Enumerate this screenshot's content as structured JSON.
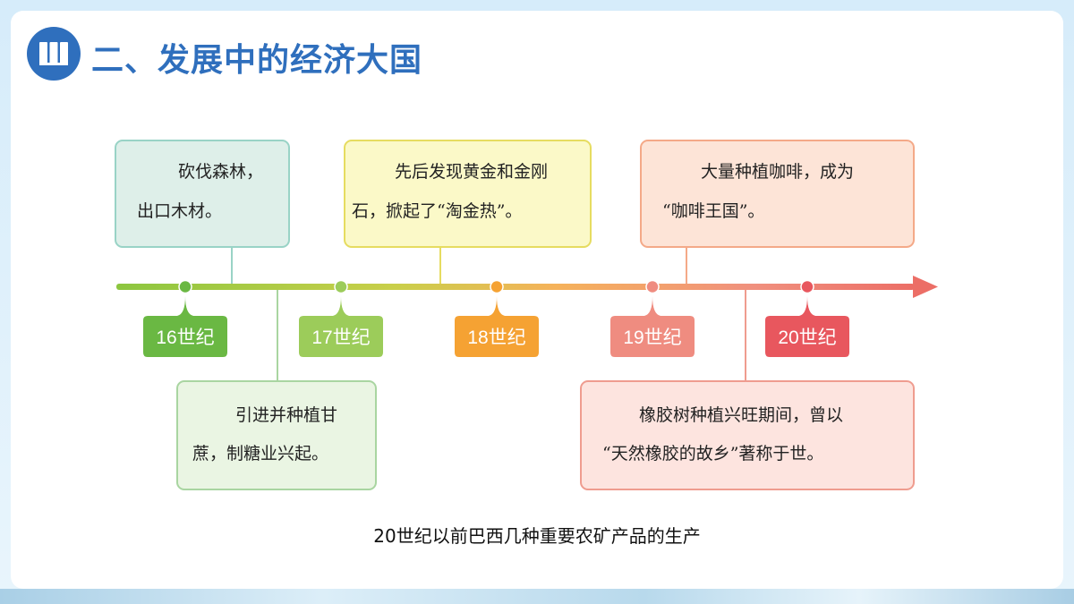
{
  "title": "二、发展中的经济大国",
  "icon": "book-icon",
  "caption": "20世纪以前巴西几种重要农矿产品的生产",
  "colors": {
    "title": "#2f6fbd",
    "green_dark": "#6ab843",
    "green_light": "#9ccc5a",
    "orange": "#f5a233",
    "salmon": "#ef8c80",
    "red": "#e8575e"
  },
  "timeline": {
    "labels": [
      "16世纪",
      "17世纪",
      "18世纪",
      "19世纪",
      "20世纪"
    ],
    "label_colors": [
      "#6ab843",
      "#9ccc5a",
      "#f5a233",
      "#ef8c80",
      "#e8575e"
    ]
  },
  "events": [
    {
      "lines": [
        "砍伐森林，",
        "出口木材。"
      ],
      "fill": "#deefe9",
      "stroke": "#99d3c6"
    },
    {
      "lines": [
        "引进并种植甘",
        "蔗，制糖业兴起。"
      ],
      "fill": "#eaf5e3",
      "stroke": "#a9d5a1"
    },
    {
      "lines": [
        "先后发现黄金和金刚",
        "石，掀起了“淘金热”。"
      ],
      "fill": "#fbf9c8",
      "stroke": "#e6dc60"
    },
    {
      "lines": [
        "大量种植咖啡，成为",
        "“咖啡王国”。"
      ],
      "fill": "#fde4d7",
      "stroke": "#f4a988"
    },
    {
      "lines": [
        "橡胶树种植兴旺期间，曾以",
        "“天然橡胶的故乡”著称于世。"
      ],
      "fill": "#fde4df",
      "stroke": "#ef9c8f"
    }
  ]
}
